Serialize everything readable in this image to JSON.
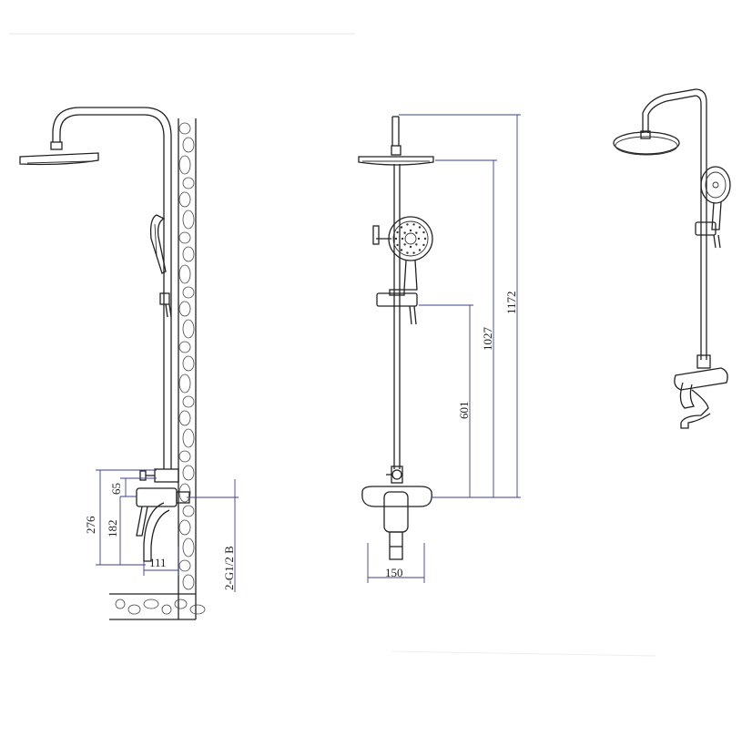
{
  "dimensions": {
    "side_total_height": "276",
    "side_mixer_height": "182",
    "side_diverter_offset": "65",
    "side_spout_reach": "111",
    "side_thread": "2-G1/2 B",
    "front_bar_height": "601",
    "front_handshower_height": "1027",
    "front_overall_height": "1172",
    "front_mixer_width": "150"
  },
  "colors": {
    "line": "#222222",
    "dimension_line": "#3a3f8f",
    "background": "#ffffff"
  }
}
